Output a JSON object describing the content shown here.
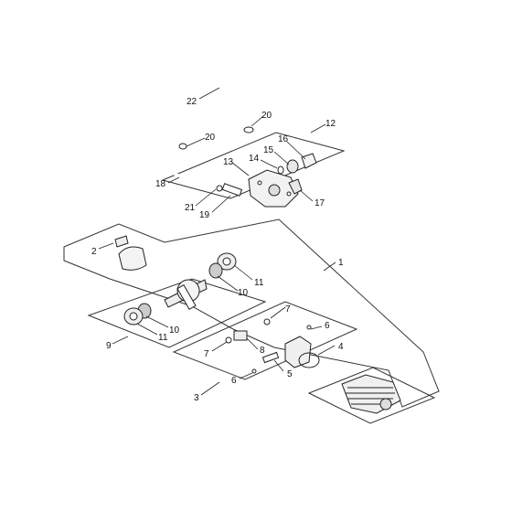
{
  "callouts": [
    {
      "id": "c22",
      "label": "22"
    },
    {
      "id": "c20a",
      "label": "20"
    },
    {
      "id": "c12",
      "label": "12"
    },
    {
      "id": "c20b",
      "label": "20"
    },
    {
      "id": "c16",
      "label": "16"
    },
    {
      "id": "c15",
      "label": "15"
    },
    {
      "id": "c14",
      "label": "14"
    },
    {
      "id": "c13",
      "label": "13"
    },
    {
      "id": "c18",
      "label": "18"
    },
    {
      "id": "c17",
      "label": "17"
    },
    {
      "id": "c21",
      "label": "21"
    },
    {
      "id": "c19",
      "label": "19"
    },
    {
      "id": "c2",
      "label": "2"
    },
    {
      "id": "c1",
      "label": "1"
    },
    {
      "id": "c11a",
      "label": "11"
    },
    {
      "id": "c10a",
      "label": "10"
    },
    {
      "id": "c7a",
      "label": "7"
    },
    {
      "id": "c10b",
      "label": "10"
    },
    {
      "id": "c9",
      "label": "9"
    },
    {
      "id": "c11b",
      "label": "11"
    },
    {
      "id": "c6a",
      "label": "6"
    },
    {
      "id": "c7b",
      "label": "7"
    },
    {
      "id": "c8",
      "label": "8"
    },
    {
      "id": "c4",
      "label": "4"
    },
    {
      "id": "c5",
      "label": "5"
    },
    {
      "id": "c3",
      "label": "3"
    },
    {
      "id": "c6b",
      "label": "6"
    }
  ]
}
